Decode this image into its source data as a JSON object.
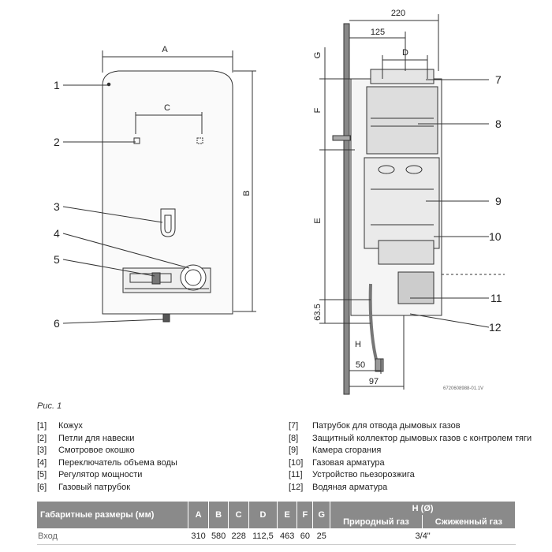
{
  "figure": {
    "front_labels": {
      "A": "A",
      "B": "B",
      "C": "C"
    },
    "side_labels": {
      "G": "G",
      "D": "D",
      "F": "F",
      "E": "E",
      "H": "H"
    },
    "dims_printed": {
      "d220": "220",
      "d125": "125",
      "d63": "63.5",
      "d50": "50",
      "d97": "97"
    },
    "callouts": [
      "1",
      "2",
      "3",
      "4",
      "5",
      "6",
      "7",
      "8",
      "9",
      "10",
      "11",
      "12"
    ],
    "code": "6720608988-01.1V"
  },
  "caption": "Рис. 1",
  "legend_left": [
    {
      "num": "[1]",
      "text": "Кожух"
    },
    {
      "num": "[2]",
      "text": "Петли для навески"
    },
    {
      "num": "[3]",
      "text": "Смотровое окошко"
    },
    {
      "num": "[4]",
      "text": "Переключатель объема воды"
    },
    {
      "num": "[5]",
      "text": "Регулятор мощности"
    },
    {
      "num": "[6]",
      "text": "Газовый патрубок"
    }
  ],
  "legend_right": [
    {
      "num": "[7]",
      "text": "Патрубок для отвода дымовых газов"
    },
    {
      "num": "[8]",
      "text": "Защитный коллектор дымовых газов с контролем тяги"
    },
    {
      "num": "[9]",
      "text": "Камера сгорания"
    },
    {
      "num": "[10]",
      "text": "Газовая арматура"
    },
    {
      "num": "[11]",
      "text": "Устройство пьезорозжига"
    },
    {
      "num": "[12]",
      "text": "Водяная арматура"
    }
  ],
  "table": {
    "header_label": "Габаритные размеры (мм)",
    "cols": [
      "A",
      "B",
      "C",
      "D",
      "E",
      "F",
      "G"
    ],
    "h_label": "H (Ø)",
    "h_sub": [
      "Природный газ",
      "Сжиженный газ"
    ],
    "row_label": "Вход",
    "values": [
      "310",
      "580",
      "228",
      "112,5",
      "463",
      "60",
      "25"
    ],
    "h_value": "3/4\""
  }
}
